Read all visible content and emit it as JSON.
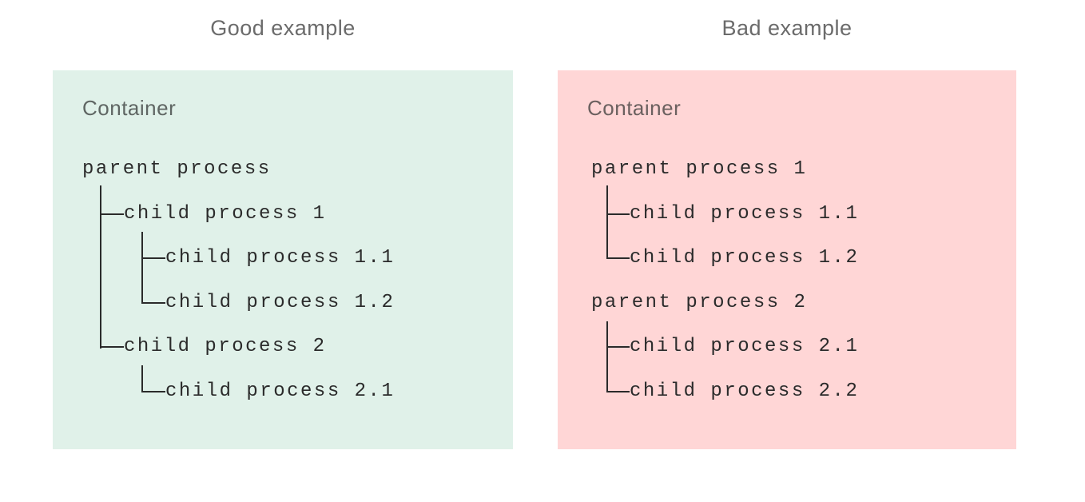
{
  "titles": {
    "good": "Good example",
    "bad": "Bad example"
  },
  "panels": {
    "good": {
      "container_label": "Container",
      "rows": [
        {
          "label": "parent process",
          "level": 0
        },
        {
          "label": "child process 1",
          "level": 1
        },
        {
          "label": "child process 1.1",
          "level": 2
        },
        {
          "label": "child process 1.2",
          "level": 2
        },
        {
          "label": "child process 2",
          "level": 1
        },
        {
          "label": "child process 2.1",
          "level": 2
        }
      ]
    },
    "bad": {
      "container_label": "Container",
      "rows": [
        {
          "label": "parent process 1",
          "level": 0
        },
        {
          "label": "child process 1.1",
          "level": 1
        },
        {
          "label": "child process 1.2",
          "level": 1
        },
        {
          "label": "parent process 2",
          "level": 0
        },
        {
          "label": "child process 2.1",
          "level": 1
        },
        {
          "label": "child process 2.2",
          "level": 1
        }
      ]
    }
  },
  "colors": {
    "good_panel_bg": "#e0f1e9",
    "bad_panel_bg": "#ffd6d6",
    "title_text": "#6b6b6b",
    "container_label_text": "#616161",
    "tree_text": "#2b2b2b",
    "connector_line": "#2b2b2b",
    "page_bg": "#ffffff"
  }
}
